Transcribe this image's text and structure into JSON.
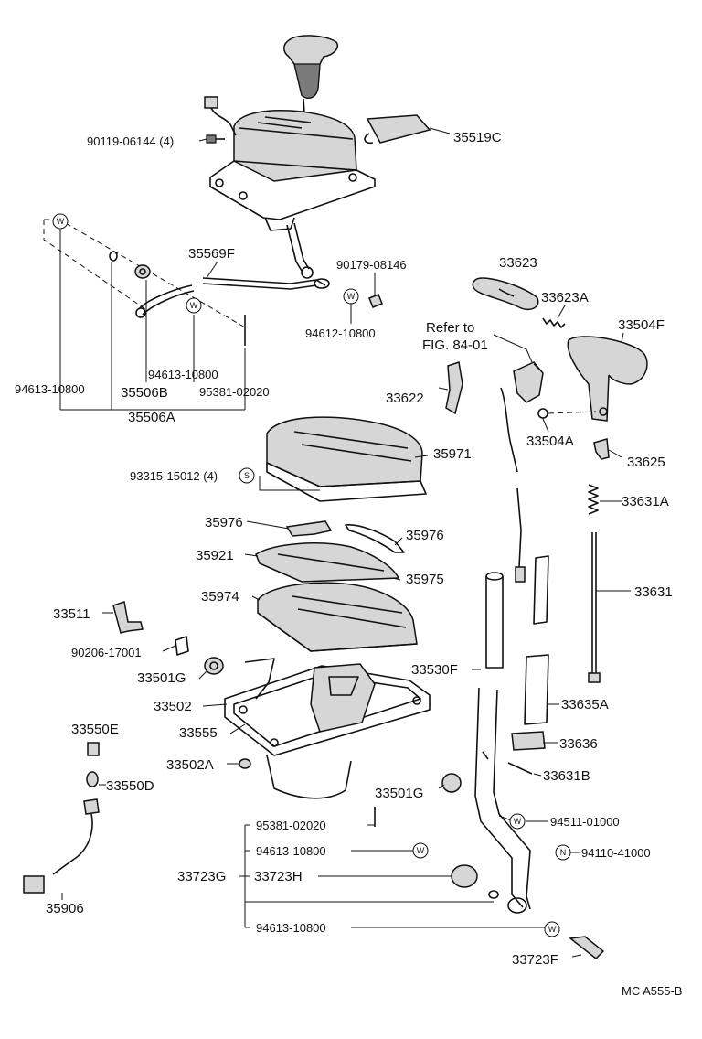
{
  "labels": {
    "l90119": "90119-06144 (4)",
    "l35519C": "35519C",
    "l35569F": "35569F",
    "l90179": "90179-08146",
    "l94612": "94612-10800",
    "l33623": "33623",
    "l33623A": "33623A",
    "l33504F": "33504F",
    "lrefer1": "Refer to",
    "lrefer2": "FIG. 84-01",
    "l94613a": "94613-10800",
    "l94613b": "94613-10800",
    "l95381a": "95381-02020",
    "l35506B": "35506B",
    "l35506A": "35506A",
    "l33622": "33622",
    "l33504A": "33504A",
    "l35971": "35971",
    "l33625": "33625",
    "l93315": "93315-15012 (4)",
    "l33631A": "33631A",
    "l35976a": "35976",
    "l35976b": "35976",
    "l35921": "35921",
    "l35975": "35975",
    "l35974": "35974",
    "l33631": "33631",
    "l33511": "33511",
    "l90206": "90206-17001",
    "l33530F": "33530F",
    "l33501Ga": "33501G",
    "l33502": "33502",
    "l33635A": "33635A",
    "l33555": "33555",
    "l33636": "33636",
    "l33550E": "33550E",
    "l33502A": "33502A",
    "l33631B": "33631B",
    "l33550D": "33550D",
    "l33501Gb": "33501G",
    "l95381b": "95381-02020",
    "l94511": "94511-01000",
    "l94613c": "94613-10800",
    "l94110": "94110-41000",
    "l33723G": "33723G",
    "l33723H": "33723H",
    "l35906": "35906",
    "l94613d": "94613-10800",
    "l33723F": "33723F",
    "code": "MC A555-B"
  },
  "symbols": {
    "washer": "W",
    "spring": "S",
    "nut": "N"
  }
}
